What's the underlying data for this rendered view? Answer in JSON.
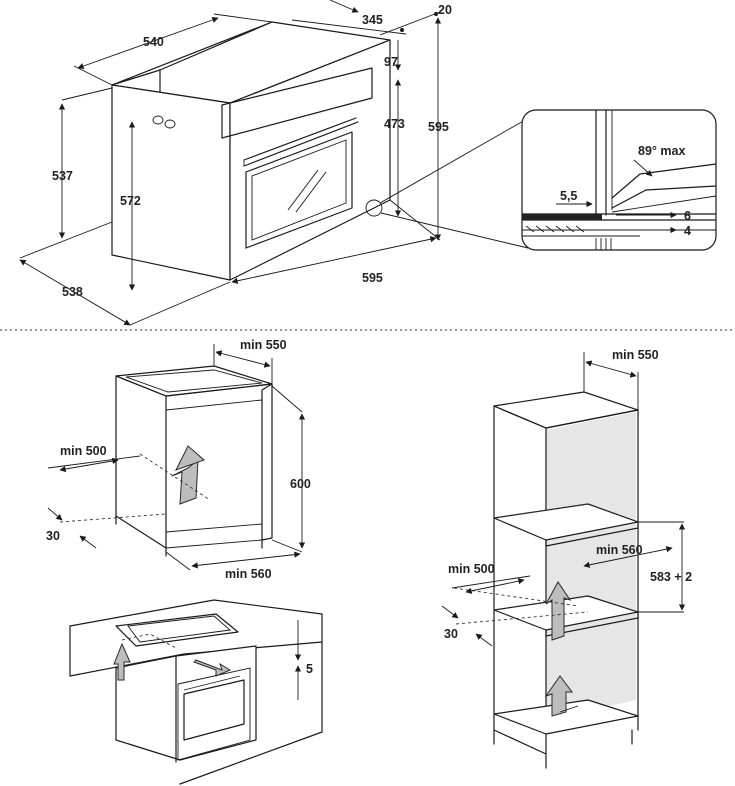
{
  "figure": {
    "oven_dims": {
      "width_top": "540",
      "depth_top": "345",
      "top_offset": "20",
      "door_gap": "97",
      "height_front_right": "473",
      "height_total": "595",
      "height_left": "537",
      "height_body": "572",
      "depth_bottom": "538",
      "width_front": "595"
    },
    "detail": {
      "angle": "89° max",
      "gap": "5,5",
      "dim_a": "6",
      "dim_b": "4"
    },
    "under_counter": {
      "min_depth": "min 550",
      "min_vent": "min 500",
      "height": "600",
      "min_width": "min 560",
      "rear_gap": "30"
    },
    "countertop": {
      "clearance": "5"
    },
    "tall_unit": {
      "min_depth": "min 550",
      "min_width": "min 560",
      "min_vent": "min 500",
      "niche_height": "583 + 2",
      "rear_gap": "30"
    }
  }
}
